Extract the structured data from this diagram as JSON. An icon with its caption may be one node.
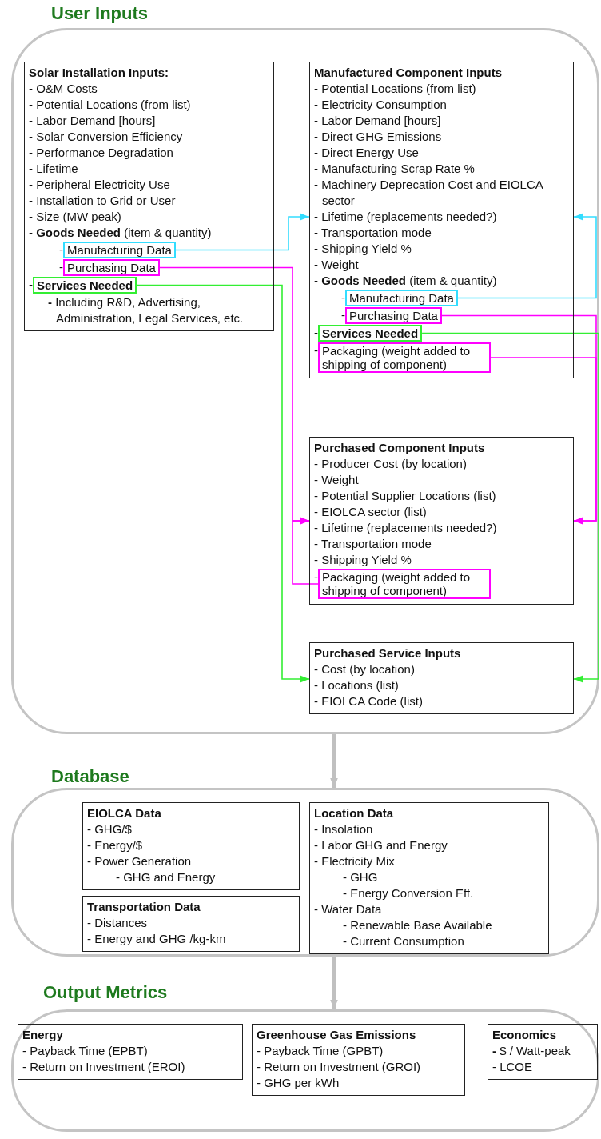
{
  "diagram": {
    "nodes": [
      {
        "text": [
          "User Inputs"
        ]
      },
      {
        "text": [
          "Solar Installation Inputs:",
          "- O&M Costs",
          "- Potential  Locations (from list)",
          "- Labor Demand [hours]",
          "- Solar Conversion Efficiency",
          "- Performance Degradation",
          "- Lifetime",
          "- Peripheral Electricity Use",
          "- Installation to Grid or User",
          "- Size (MW peak)",
          "- **Goods Needed** (item & quantity)",
          "**-** Including R&D, Advertising, Administration, Legal Services, etc."
        ],
        "in": 0
      },
      {
        "text": [
          "Manufacturing Data"
        ],
        "beside": [
          "-"
        ],
        "in": 1
      },
      {
        "text": [
          "Purchasing Data"
        ],
        "beside": [
          "-"
        ],
        "in": 1
      },
      {
        "text": [
          "Services Needed"
        ],
        "beside": [
          "-"
        ],
        "in": 1
      },
      {
        "text": [
          "Manufactured Component Inputs",
          "- Potential Locations (from list)",
          "- Electricity Consumption",
          "- Labor Demand [hours]",
          "- Direct GHG Emissions",
          "- Direct Energy Use",
          "- Manufacturing Scrap Rate %",
          "- Machinery Deprecation Cost and EIOLCA sector",
          "- Lifetime (replacements needed?)",
          "- Transportation mode",
          "- Shipping Yield %",
          "- Weight",
          "- **Goods Needed** (item & quantity)"
        ],
        "in": 0
      },
      {
        "text": [
          "Manufacturing Data"
        ],
        "beside": [
          "-"
        ],
        "in": 5
      },
      {
        "text": [
          "Purchasing Data"
        ],
        "beside": [
          "-"
        ],
        "in": 5
      },
      {
        "text": [
          "Services Needed"
        ],
        "beside": [
          "-"
        ],
        "in": 5
      },
      {
        "text": [
          "Packaging (weight added to shipping of component)"
        ],
        "beside": [
          "-"
        ],
        "in": 5
      },
      {
        "text": [
          "Purchased Component Inputs",
          "- Producer Cost (by location)",
          "- Weight",
          "- Potential Supplier Locations (list)",
          "- EIOLCA sector (list)",
          "- Lifetime (replacements needed?)",
          "- Transportation mode",
          "- Shipping Yield %"
        ],
        "in": 0
      },
      {
        "text": [
          "Packaging (weight added to shipping of component)"
        ],
        "beside": [
          "-"
        ],
        "in": 10
      },
      {
        "text": [
          "Purchased Service Inputs",
          "- Cost (by location)",
          "- Locations (list)",
          "- EIOLCA Code (list)"
        ],
        "in": 0
      },
      {
        "text": [
          "Database"
        ]
      },
      {
        "text": [
          "EIOLCA Data",
          "- GHG/$",
          "- Energy/$",
          "- Power Generation",
          "- GHG and Energy"
        ],
        "in": 13
      },
      {
        "text": [
          "Transportation Data",
          "- Distances",
          "- Energy and GHG /kg-km"
        ],
        "in": 13
      },
      {
        "text": [
          "Location Data",
          "- Insolation",
          "- Labor GHG and Energy",
          "- Electricity Mix",
          "- GHG",
          "- Energy Conversion Eff.",
          "- Water Data",
          "- Renewable Base Available",
          "- Current Consumption"
        ],
        "in": 13
      },
      {
        "text": [
          "Output Metrics"
        ]
      },
      {
        "text": [
          "Energy",
          "- Payback Time (EPBT)",
          "- Return on Investment (EROI)"
        ],
        "in": 17
      },
      {
        "text": [
          "Greenhouse Gas Emissions",
          "- Payback Time (GPBT)",
          "- Return on Investment (GROI)",
          "- GHG per kWh"
        ],
        "in": 17
      },
      {
        "text": [
          "Economics",
          "**-** $ / Watt-peak",
          "- LCOE"
        ],
        "in": 17
      }
    ],
    "edges": [
      {
        "from": 2,
        "to": 5,
        "arrow": "to",
        "color": "#33ddff"
      },
      {
        "from": 6,
        "to": 5,
        "arrow": "to",
        "color": "#33ddff"
      },
      {
        "from": 3,
        "to": 10,
        "arrow": "to",
        "color": "#ff00ff"
      },
      {
        "from": 11,
        "to": 10,
        "arrow": "to",
        "color": "#ff00ff"
      },
      {
        "from": 7,
        "to": 10,
        "arrow": "to",
        "color": "#ff00ff"
      },
      {
        "from": 9,
        "to": 10,
        "arrow": "to",
        "color": "#ff00ff"
      },
      {
        "from": 4,
        "to": 12,
        "arrow": "to",
        "color": "#33ee33"
      },
      {
        "from": 8,
        "to": 12,
        "arrow": "to",
        "color": "#33ee33"
      },
      {
        "from": 0,
        "to": 13,
        "arrow": "to",
        "style": "thick",
        "color": "#c0c0c0"
      },
      {
        "from": 13,
        "to": 17,
        "arrow": "to",
        "style": "thick",
        "color": "#c0c0c0"
      }
    ]
  }
}
